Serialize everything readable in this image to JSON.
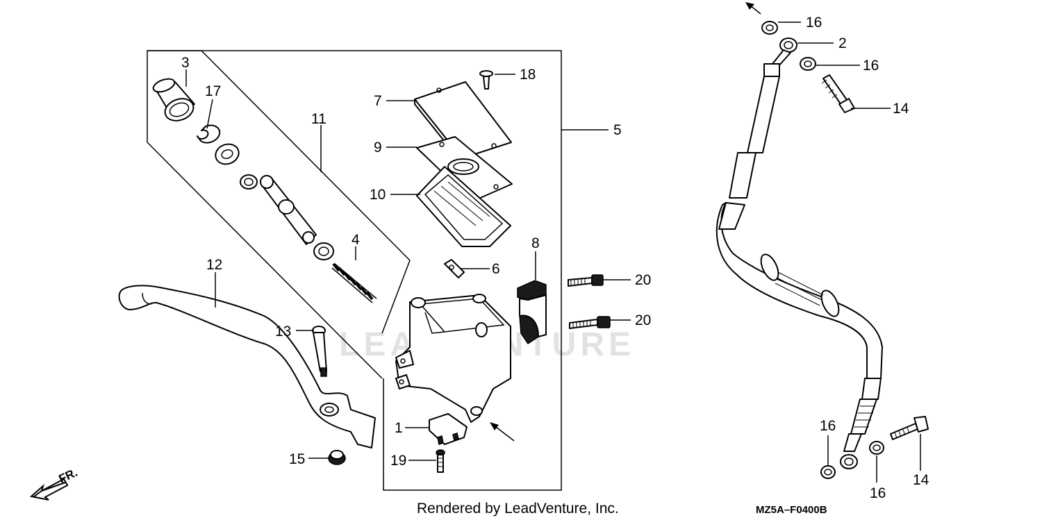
{
  "callouts": {
    "c1": "1",
    "c2": "2",
    "c3": "3",
    "c4": "4",
    "c5": "5",
    "c6": "6",
    "c7": "7",
    "c8": "8",
    "c9": "9",
    "c10": "10",
    "c11": "11",
    "c12": "12",
    "c13": "13",
    "c14a": "14",
    "c14b": "14",
    "c15": "15",
    "c16a": "16",
    "c16b": "16",
    "c16c": "16",
    "c16d": "16",
    "c17": "17",
    "c18": "18",
    "c19": "19",
    "c20a": "20",
    "c20b": "20"
  },
  "footer": {
    "rendered_by": "Rendered by LeadVenture, Inc.",
    "diagram_code": "MZ5A–F0400B"
  },
  "direction_label": "FR.",
  "watermark": "LEADVENTURE",
  "colors": {
    "line": "#000000",
    "background": "#ffffff",
    "watermark": "#e2e2e2"
  }
}
